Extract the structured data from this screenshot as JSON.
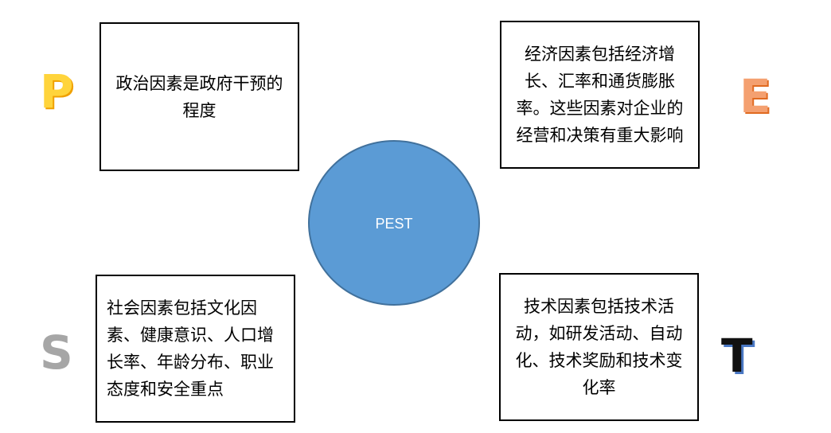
{
  "center": {
    "label": "PEST",
    "fill": "#5b9bd5",
    "border": "#41719c"
  },
  "factors": {
    "p": {
      "letter": "P",
      "color": "#ffd43b",
      "description": "政治因素是政府干预的程度"
    },
    "e": {
      "letter": "E",
      "color": "#f4a070",
      "description": "经济因素包括经济增长、汇率和通货膨胀率。这些因素对企业的经营和决策有重大影响"
    },
    "s": {
      "letter": "S",
      "color": "#a6a6a6",
      "description": "社会因素包括文化因素、健康意识、人口增长率、年龄分布、职业态度和安全重点"
    },
    "t": {
      "letter": "T",
      "color": "#111111",
      "description": "技术因素包括技术活动，如研发活动、自动化、技术奖励和技术变化率"
    }
  }
}
